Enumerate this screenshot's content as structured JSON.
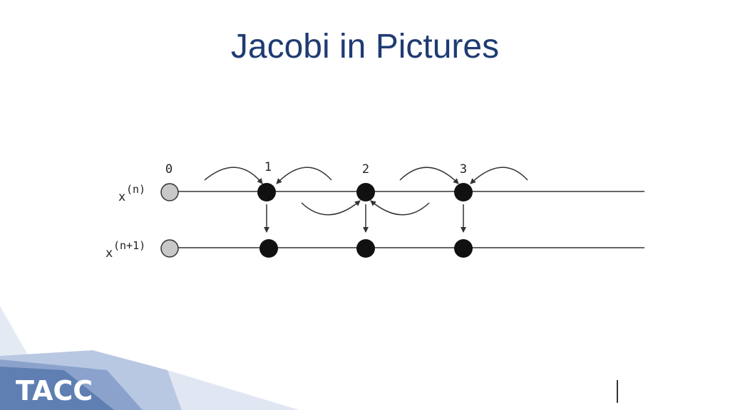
{
  "slide": {
    "title": "Jacobi in Pictures"
  },
  "diagram": {
    "row_labels": [
      {
        "base": "x",
        "superscript": "(n)"
      },
      {
        "base": "x",
        "superscript": "(n+1)"
      }
    ],
    "node_labels": [
      "0",
      "1",
      "2",
      "3"
    ],
    "colors": {
      "boundary_node": "#c8c8c8",
      "interior_node": "#111111",
      "line": "#333333"
    }
  },
  "logo": {
    "text": "TACC",
    "colors": {
      "dark": "#5f7fb3",
      "light": "#b9c8e2"
    }
  }
}
